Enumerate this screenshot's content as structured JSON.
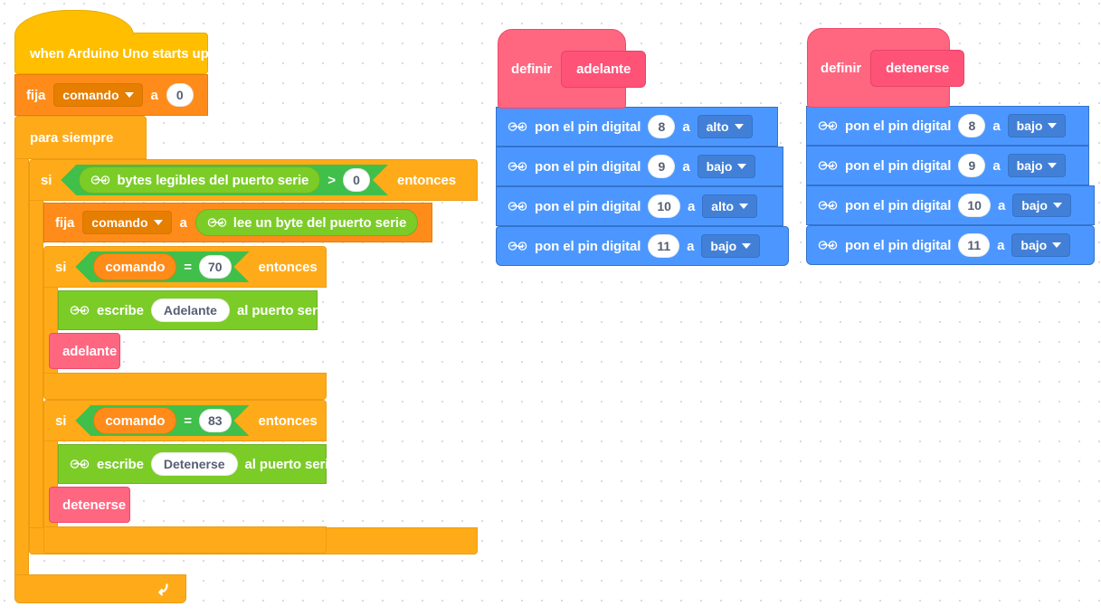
{
  "meta": {
    "colors": {
      "events": "#FFBF00",
      "control": "#FFAB19",
      "variables": "#FF8C1A",
      "operators": "#40BF4A",
      "serial": "#7CCC28",
      "pins": "#4C97FF",
      "custom": "#FF6680",
      "canvas": "#FFFFFF",
      "grid_dot": "#D9D9E3"
    }
  },
  "main_script": {
    "hat": {
      "label": "when Arduino Uno starts up"
    },
    "set_var": {
      "keyword": "fija",
      "variable": "comando",
      "connector": "a",
      "value": "0"
    },
    "forever": {
      "label": "para siempre"
    },
    "if_serial": {
      "keyword": "si",
      "condition_reporter": "bytes legibles del puerto serie",
      "operator": ">",
      "compare_value": "0",
      "then": "entonces"
    },
    "set_var_serial": {
      "keyword": "fija",
      "variable": "comando",
      "connector": "a",
      "value_reporter": "lee un byte del puerto serie"
    },
    "branch_forward": {
      "if_keyword": "si",
      "variable": "comando",
      "operator": "=",
      "value": "70",
      "then": "entonces",
      "serial_write_keyword": "escribe",
      "serial_write_value": "Adelante",
      "serial_write_suffix": "al puerto serie",
      "call_block": "adelante"
    },
    "branch_stop": {
      "if_keyword": "si",
      "variable": "comando",
      "operator": "=",
      "value": "83",
      "then": "entonces",
      "serial_write_keyword": "escribe",
      "serial_write_value": "Detenerse",
      "serial_write_suffix": "al puerto serie",
      "call_block": "detenerse"
    }
  },
  "definitions": [
    {
      "define_keyword": "definir",
      "name": "adelante",
      "statements": [
        {
          "prefix": "pon el pin digital",
          "pin": "8",
          "connector": "a",
          "state": "alto"
        },
        {
          "prefix": "pon el pin digital",
          "pin": "9",
          "connector": "a",
          "state": "bajo"
        },
        {
          "prefix": "pon el pin digital",
          "pin": "10",
          "connector": "a",
          "state": "alto"
        },
        {
          "prefix": "pon el pin digital",
          "pin": "11",
          "connector": "a",
          "state": "bajo"
        }
      ]
    },
    {
      "define_keyword": "definir",
      "name": "detenerse",
      "statements": [
        {
          "prefix": "pon el pin digital",
          "pin": "8",
          "connector": "a",
          "state": "bajo"
        },
        {
          "prefix": "pon el pin digital",
          "pin": "9",
          "connector": "a",
          "state": "bajo"
        },
        {
          "prefix": "pon el pin digital",
          "pin": "10",
          "connector": "a",
          "state": "bajo"
        },
        {
          "prefix": "pon el pin digital",
          "pin": "11",
          "connector": "a",
          "state": "bajo"
        }
      ]
    }
  ],
  "icons": {
    "arduino": "arduino-infinity-icon",
    "loop": "loop-arrow-icon",
    "dropdown": "chevron-down-icon"
  }
}
